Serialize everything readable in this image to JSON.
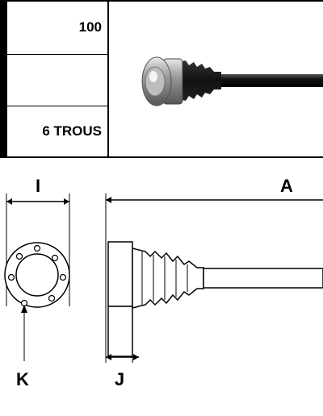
{
  "spec_table": {
    "rows": [
      {
        "value": "100"
      },
      {
        "value": ""
      },
      {
        "value": "6 TROUS"
      }
    ]
  },
  "product_photo": {
    "icon": "drive-shaft-photo"
  },
  "diagram": {
    "labels": {
      "A": "A",
      "I": "I",
      "J": "J",
      "K": "K"
    }
  }
}
